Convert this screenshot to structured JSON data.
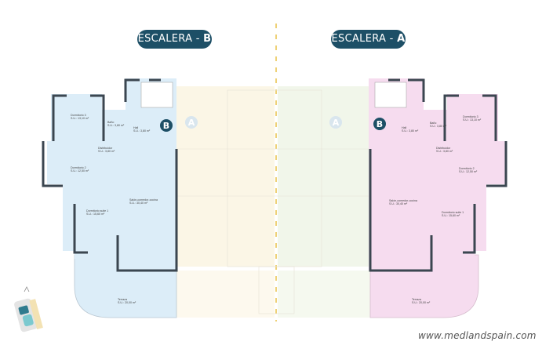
{
  "headers": {
    "left": {
      "prefix": "ESCALERA - ",
      "letter": "B"
    },
    "right": {
      "prefix": "ESCALERA - ",
      "letter": "A"
    }
  },
  "markers": {
    "a": "A",
    "b": "B"
  },
  "unit_left": {
    "rooms": [
      {
        "name": "Dormitorio 3",
        "area": "S.U.: 13,10 m²"
      },
      {
        "name": "Baño",
        "area": "S.U.: 3,80 m²"
      },
      {
        "name": "Hall",
        "area": "S.U.: 3,80 m²"
      },
      {
        "name": "Distribuidor",
        "area": "S.U.: 3,80 m²"
      },
      {
        "name": "Dormitorio 2",
        "area": "S.U.: 12,50 m²"
      },
      {
        "name": "Dormitorio suite 1",
        "area": "S.U.: 15,60 m²"
      },
      {
        "name": "Salón-comedor-cocina",
        "area": "S.U.: 30,40 m²"
      },
      {
        "name": "Terraza",
        "area": "S.U.: 20,00 m²"
      }
    ]
  },
  "unit_right": {
    "rooms": [
      {
        "name": "Dormitorio 3",
        "area": "S.U.: 13,10 m²"
      },
      {
        "name": "Baño",
        "area": "S.U.: 3,80 m²"
      },
      {
        "name": "Hall",
        "area": "S.U.: 3,80 m²"
      },
      {
        "name": "Distribuidor",
        "area": "S.U.: 3,80 m²"
      },
      {
        "name": "Dormitorio 2",
        "area": "S.U.: 12,50 m²"
      },
      {
        "name": "Dormitorio suite 1",
        "area": "S.U.: 15,60 m²"
      },
      {
        "name": "Salón-comedor-cocina",
        "area": "S.U.: 30,40 m²"
      },
      {
        "name": "Terraza",
        "area": "S.U.: 20,00 m²"
      }
    ]
  },
  "colors": {
    "brand": "#1d4f66",
    "unit_left": "#dcedf8",
    "unit_right": "#f6dcef",
    "faded_left": "#fbf6e6",
    "faded_right": "#f1f6ea",
    "walls": "#3b4650",
    "axis": "#e8c24a"
  },
  "watermark": "www.medlandspain.com"
}
